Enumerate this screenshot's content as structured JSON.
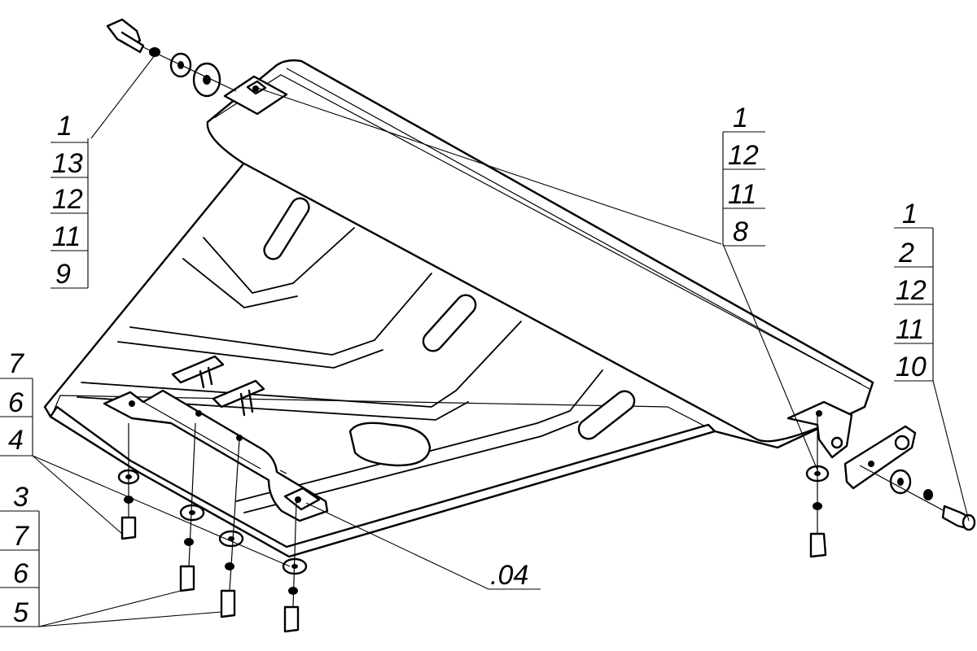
{
  "callouts": {
    "top_left": [
      "1",
      "13",
      "12",
      "11",
      "9"
    ],
    "top_mid": [
      "1",
      "12",
      "11",
      "8"
    ],
    "right": [
      "1",
      "2",
      "12",
      "11",
      "10"
    ],
    "left_upper": [
      "7",
      "6",
      "4"
    ],
    "left_lower": [
      "3",
      "7",
      "6",
      "5"
    ],
    "part_ref": ".04"
  }
}
